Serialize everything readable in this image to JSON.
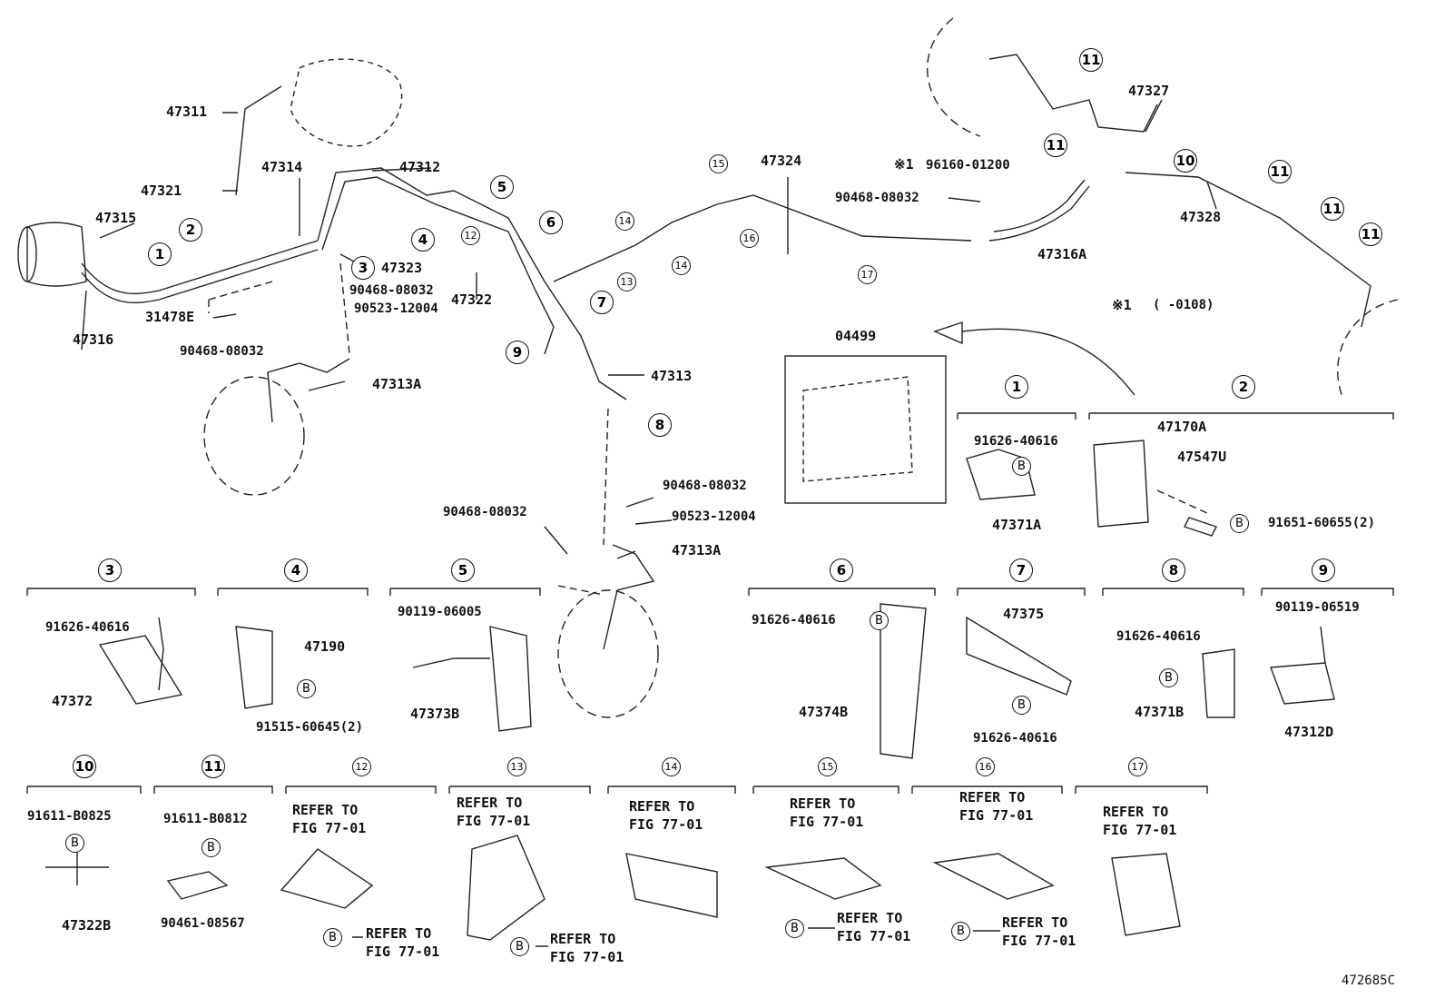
{
  "diagram_id": "472685C",
  "refer_text": "REFER TO\nFIG 77-01",
  "b_mark": "B",
  "note_marker": "※1",
  "note_range": "(     -0108)",
  "main_labels": {
    "p47311": "47311",
    "p47321": "47321",
    "p47314": "47314",
    "p47312": "47312",
    "p47315": "47315",
    "p47316": "47316",
    "p31478E": "31478E",
    "p47323": "47323",
    "p47322": "47322",
    "p90468_a": "90468-08032",
    "p90523_a": "90523-12004",
    "p90468_b": "90468-08032",
    "p47313A_a": "47313A",
    "p47313": "47313",
    "p47324": "47324",
    "p96160": "96160-01200",
    "p90468_c": "90468-08032",
    "p47316A": "47316A",
    "p47327": "47327",
    "p47328": "47328",
    "p04499": "04499",
    "p90468_d": "90468-08032",
    "p90523_b": "90523-12004",
    "p90468_e": "90468-08032",
    "p47313A_b": "47313A"
  },
  "callouts": {
    "c1": "1",
    "c2": "2",
    "c3": "3",
    "c4": "4",
    "c5": "5",
    "c6": "6",
    "c7": "7",
    "c8": "8",
    "c9": "9",
    "c10": "10",
    "c11": "11",
    "c12": "12",
    "c13": "13",
    "c14": "14",
    "c15": "15",
    "c16": "16",
    "c17": "17"
  },
  "detail_labels": {
    "d1_part": "91626-40616",
    "d1_main": "47371A",
    "d2_a": "47170A",
    "d2_b": "47547U",
    "d2_c": "91651-60655(2)",
    "d3_part": "91626-40616",
    "d3_main": "47372",
    "d4_main": "47190",
    "d4_part": "91515-60645(2)",
    "d5_part": "90119-06005",
    "d5_main": "47373B",
    "d6_part": "91626-40616",
    "d6_main": "47374B",
    "d7_main": "47375",
    "d7_part": "91626-40616",
    "d8_part": "91626-40616",
    "d8_main": "47371B",
    "d9_part": "90119-06519",
    "d9_main": "47312D",
    "d10_part": "91611-B0825",
    "d10_main": "47322B",
    "d11_part": "91611-B0812",
    "d11_main": "90461-08567"
  }
}
